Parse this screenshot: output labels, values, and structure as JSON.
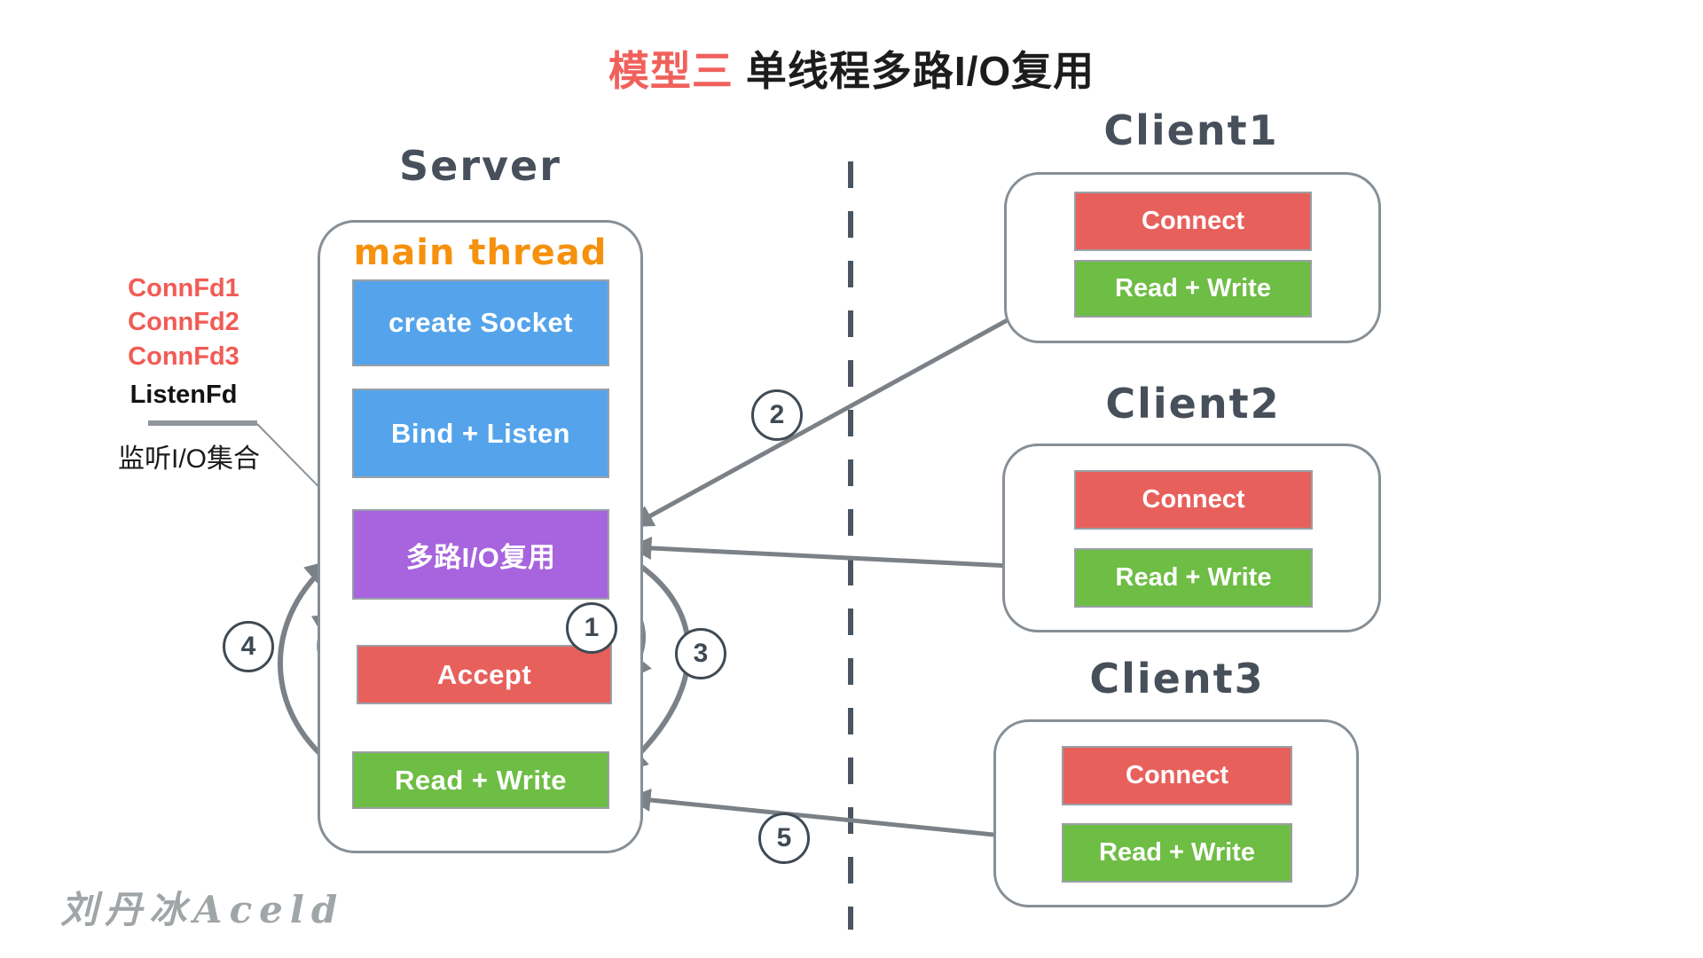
{
  "title": {
    "highlight": "模型三",
    "rest": "单线程多路I/O复用"
  },
  "server": {
    "label": "Server",
    "thread_label": "main thread",
    "blocks": [
      "create Socket",
      "Bind + Listen",
      "多路I/O复用",
      "Accept",
      "Read + Write"
    ]
  },
  "fd_labels": [
    "ConnFd1",
    "ConnFd2",
    "ConnFd3",
    "ListenFd"
  ],
  "fd_note": "监听I/O集合",
  "clients": [
    {
      "label": "Client1",
      "blocks": [
        "Connect",
        "Read + Write"
      ]
    },
    {
      "label": "Client2",
      "blocks": [
        "Connect",
        "Read + Write"
      ]
    },
    {
      "label": "Client3",
      "blocks": [
        "Connect",
        "Read + Write"
      ]
    }
  ],
  "step_badges": [
    "1",
    "2",
    "3",
    "4",
    "5"
  ],
  "watermark": "刘丹冰Aceld",
  "colors": {
    "title_highlight": "#f0615c",
    "block_blue": "#55a4eb",
    "block_purple": "#a764de",
    "block_red": "#e8605c",
    "block_green": "#6ebd44",
    "thread_orange": "#f6910e",
    "fd_red": "#f15b55",
    "label_slate": "#47505a",
    "arrow_gray": "#7b8187"
  }
}
